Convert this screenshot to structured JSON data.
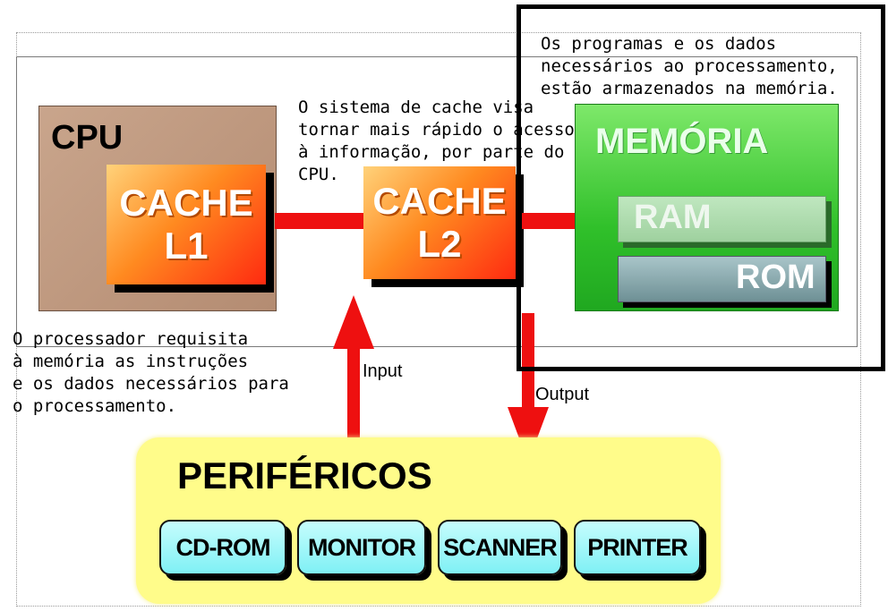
{
  "notes": {
    "cache": "O sistema de cache visa\ntornar mais rápido o acesso\nà informação, por parte do\nCPU.",
    "memory": "Os programas e os dados\nnecessários ao processamento,\nestão armazenados na memória.",
    "cpu": "O processador requisita\nà memória as instruções\ne os dados necessários para\no processamento."
  },
  "cpu": {
    "title": "CPU"
  },
  "cache_l1": {
    "line1": "CACHE",
    "line2": "L1"
  },
  "cache_l2": {
    "line1": "CACHE",
    "line2": "L2"
  },
  "memory": {
    "title": "MEMÓRIA",
    "ram": "RAM",
    "rom": "ROM"
  },
  "arrows": {
    "input": "Input",
    "output": "Output"
  },
  "peripherals": {
    "title": "PERIFÉRICOS",
    "devices": [
      "CD-ROM",
      "MONITOR",
      "SCANNER",
      "PRINTER"
    ]
  },
  "colors": {
    "connector": "#ee1010",
    "cpu": "#b48c72",
    "cache": "#ff8a20",
    "memory": "#30c02a",
    "peripherals": "#fffc8a",
    "device": "#7ff0f5"
  }
}
